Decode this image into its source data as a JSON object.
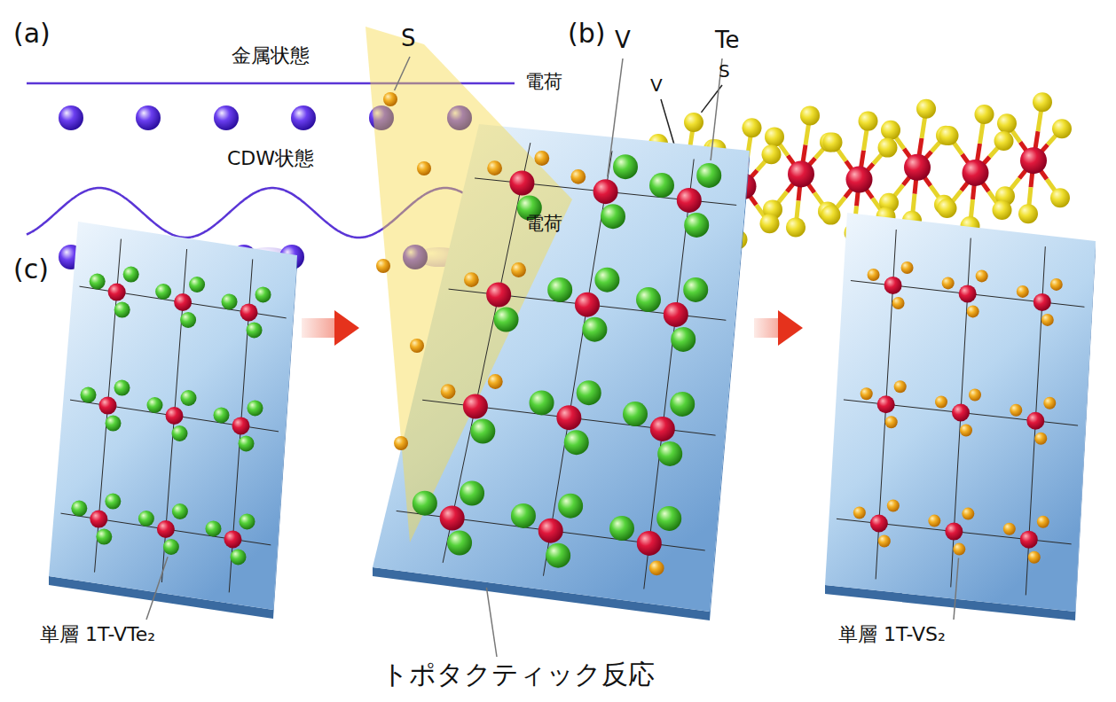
{
  "diagram": {
    "nodes": [
      {
        "text": [
          "単層 1T-VTe₂"
        ]
      },
      {
        "text": [
          "トポタクティック反応"
        ]
      },
      {
        "text": [
          "単層 1T-VS₂"
        ]
      }
    ],
    "edges": [
      {
        "from": 0,
        "to": 1,
        "arrow": "to"
      },
      {
        "from": 1,
        "to": 2,
        "arrow": "to"
      }
    ],
    "labels": [
      "(a)",
      "金属状態",
      "電荷",
      "CDW状態",
      "電荷",
      "(b)",
      "V",
      "S",
      "(c)",
      "S",
      "V",
      "Te"
    ]
  }
}
